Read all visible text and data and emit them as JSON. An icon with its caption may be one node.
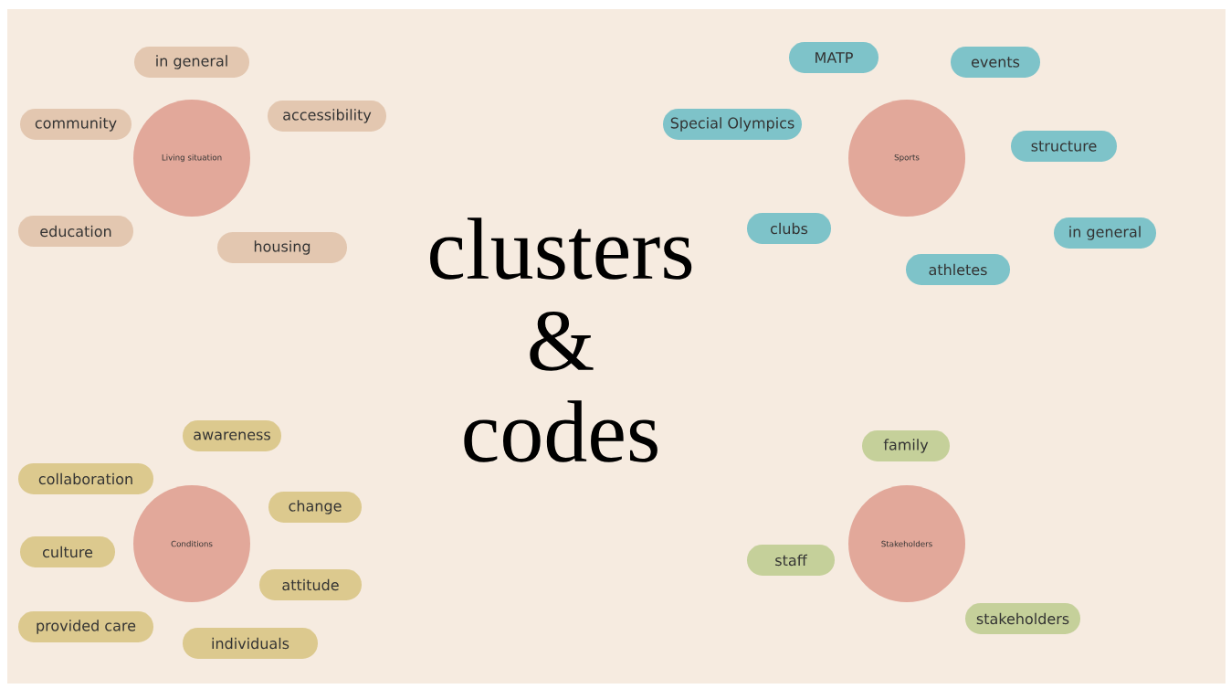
{
  "diagram": {
    "title": "clusters & codes",
    "nodes": [
      {
        "text": [
          "Living situation"
        ]
      },
      {
        "text": [
          "in general"
        ]
      },
      {
        "text": [
          "community"
        ]
      },
      {
        "text": [
          "accessibility"
        ]
      },
      {
        "text": [
          "education"
        ]
      },
      {
        "text": [
          "housing"
        ]
      },
      {
        "text": [
          "Sports"
        ]
      },
      {
        "text": [
          "MATP"
        ]
      },
      {
        "text": [
          "events"
        ]
      },
      {
        "text": [
          "Special Olympics"
        ]
      },
      {
        "text": [
          "structure"
        ]
      },
      {
        "text": [
          "clubs"
        ]
      },
      {
        "text": [
          "in general"
        ]
      },
      {
        "text": [
          "athletes"
        ]
      },
      {
        "text": [
          "Conditions"
        ]
      },
      {
        "text": [
          "awareness"
        ]
      },
      {
        "text": [
          "collaboration"
        ]
      },
      {
        "text": [
          "change"
        ]
      },
      {
        "text": [
          "culture"
        ]
      },
      {
        "text": [
          "attitude"
        ]
      },
      {
        "text": [
          "provided care"
        ]
      },
      {
        "text": [
          "individuals"
        ]
      },
      {
        "text": [
          "Stakeholders"
        ]
      },
      {
        "text": [
          "family"
        ]
      },
      {
        "text": [
          "staff"
        ]
      },
      {
        "text": [
          "stakeholders"
        ]
      }
    ]
  }
}
